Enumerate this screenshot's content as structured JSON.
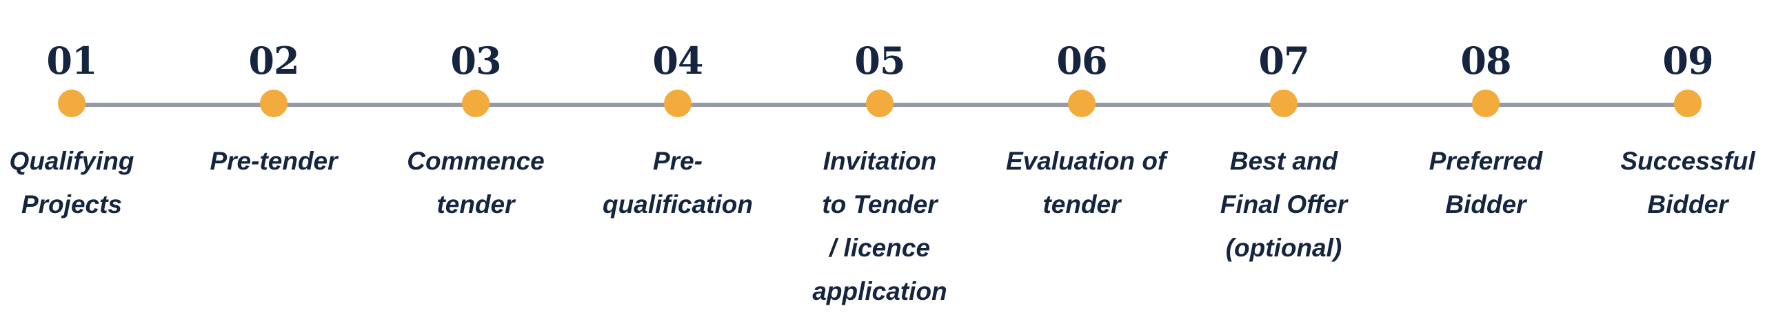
{
  "colors": {
    "track": "#959ba5",
    "dot": "#f2ab3c",
    "text": "#152540",
    "background": "#ffffff"
  },
  "steps": [
    {
      "number": "01",
      "label_lines": [
        "Qualifying",
        "Projects"
      ]
    },
    {
      "number": "02",
      "label_lines": [
        "Pre-tender"
      ]
    },
    {
      "number": "03",
      "label_lines": [
        "Commence",
        "tender"
      ]
    },
    {
      "number": "04",
      "label_lines": [
        "Pre-",
        "qualification"
      ]
    },
    {
      "number": "05",
      "label_lines": [
        "Invitation",
        "to Tender",
        "/ licence",
        "application"
      ]
    },
    {
      "number": "06",
      "label_lines": [
        "Evaluation of",
        "tender"
      ]
    },
    {
      "number": "07",
      "label_lines": [
        "Best and",
        "Final Offer",
        "(optional)"
      ]
    },
    {
      "number": "08",
      "label_lines": [
        "Preferred",
        "Bidder"
      ]
    },
    {
      "number": "09",
      "label_lines": [
        "Successful",
        "Bidder"
      ]
    }
  ]
}
